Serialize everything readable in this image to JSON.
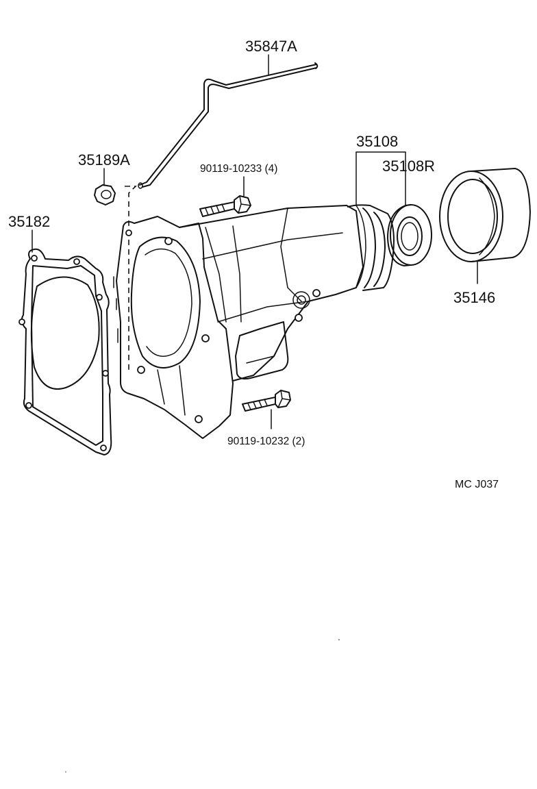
{
  "parts": {
    "breather_tube": "35847A",
    "breather_plug": "35189A",
    "bolt_upper": "90119-10233 (4)",
    "gasket": "35182",
    "extension_housing": "35108",
    "oil_seal": "35108R",
    "dust_cover": "35146",
    "bolt_lower": "90119-10232 (2)"
  },
  "figure_code": "MC  J037"
}
